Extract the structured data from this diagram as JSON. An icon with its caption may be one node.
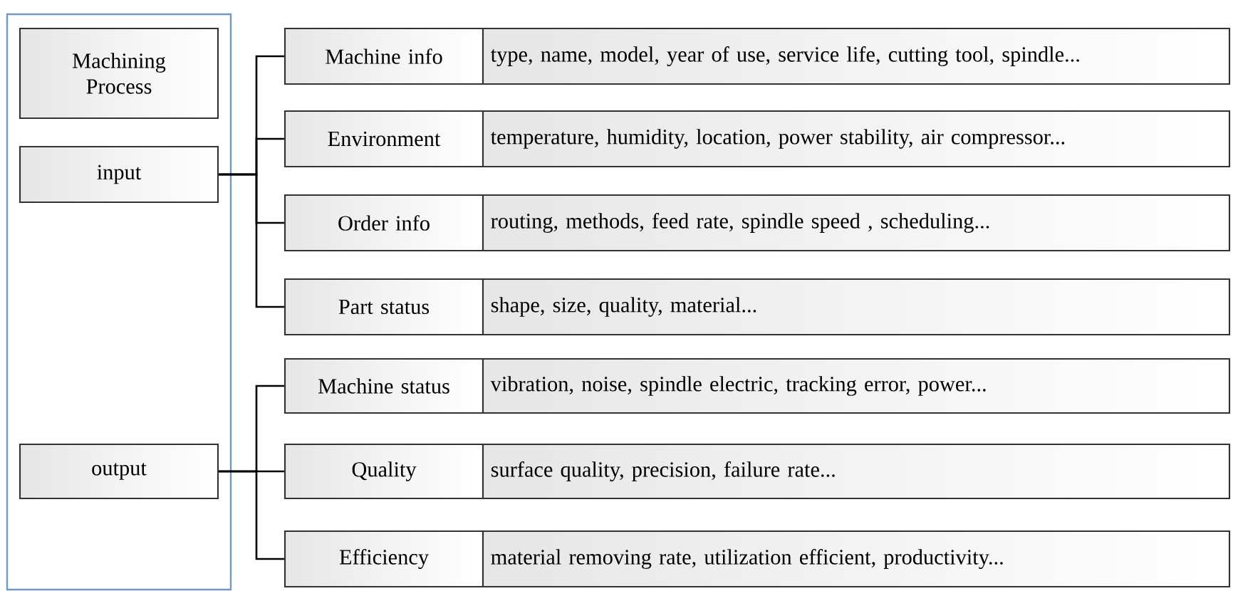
{
  "diagram": {
    "nodes": [
      {
        "text": [],
        "shape": "box"
      },
      {
        "text": [
          "Machining Process"
        ],
        "in": 0
      },
      {
        "text": [
          "input"
        ],
        "in": 0
      },
      {
        "text": [
          "output"
        ],
        "in": 0
      },
      {
        "text": [
          "Machine info"
        ]
      },
      {
        "text": [
          "type, name, model, year of use, service life, cutting tool, spindle..."
        ]
      },
      {
        "text": [
          "Environment"
        ]
      },
      {
        "text": [
          "temperature, humidity, location, power stability, air compressor..."
        ]
      },
      {
        "text": [
          "Order info"
        ]
      },
      {
        "text": [
          "routing, methods, feed rate, spindle speed , scheduling..."
        ]
      },
      {
        "text": [
          "Part status"
        ]
      },
      {
        "text": [
          "shape, size, quality, material..."
        ]
      },
      {
        "text": [
          "Machine status"
        ]
      },
      {
        "text": [
          "vibration, noise, spindle electric, tracking error, power..."
        ]
      },
      {
        "text": [
          "Quality"
        ]
      },
      {
        "text": [
          "surface quality, precision, failure rate..."
        ]
      },
      {
        "text": [
          "Efficiency"
        ]
      },
      {
        "text": [
          "material removing rate, utilization efficient, productivity..."
        ]
      }
    ],
    "edges": [
      {
        "from": 2,
        "to": 4,
        "arrow": "none"
      },
      {
        "from": 2,
        "to": 6,
        "arrow": "none"
      },
      {
        "from": 2,
        "to": 8,
        "arrow": "none"
      },
      {
        "from": 2,
        "to": 10,
        "arrow": "none"
      },
      {
        "from": 3,
        "to": 12,
        "arrow": "none"
      },
      {
        "from": 3,
        "to": 14,
        "arrow": "none"
      },
      {
        "from": 3,
        "to": 16,
        "arrow": "none"
      }
    ]
  }
}
